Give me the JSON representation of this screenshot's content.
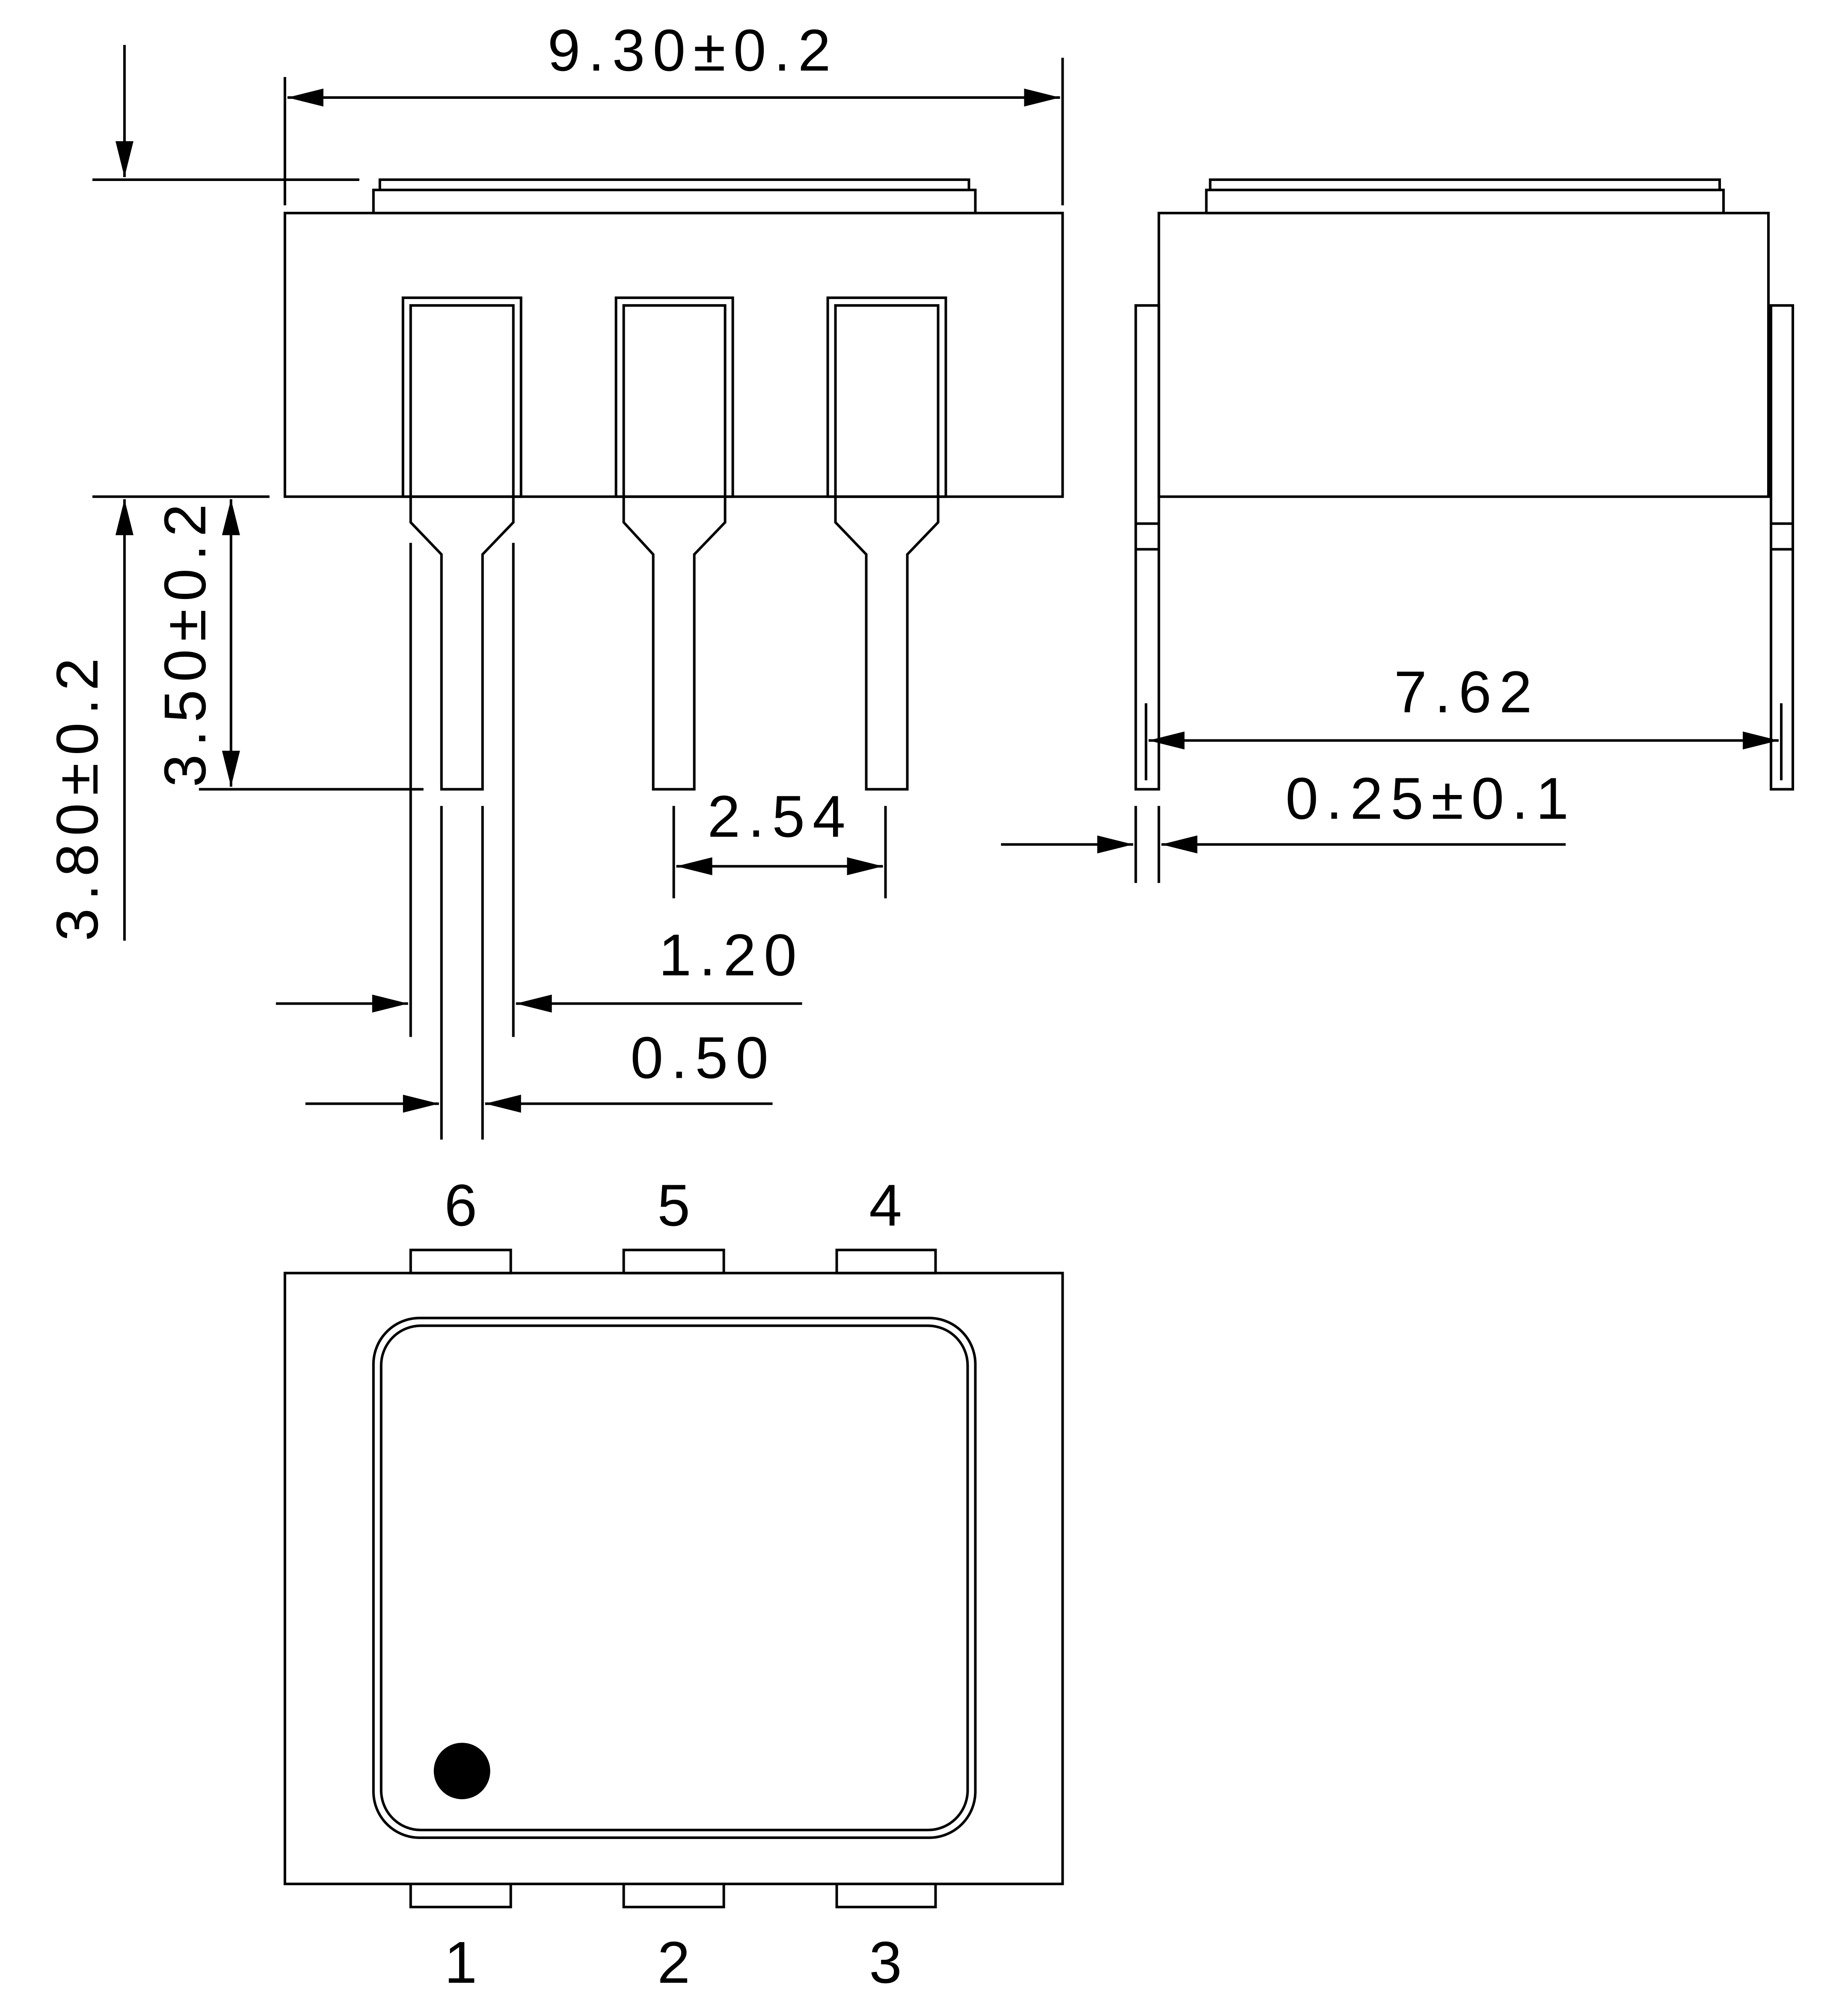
{
  "dimensions": {
    "overall_length": "9.30±0.2",
    "lead_length_total": "3.80±0.2",
    "lead_length_narrow": "3.50±0.2",
    "pitch": "2.54",
    "lead_width_wide": "1.20",
    "lead_width_narrow": "0.50",
    "row_spacing": "7.62",
    "lead_thickness": "0.25±0.1"
  },
  "pins": {
    "top": [
      "6",
      "5",
      "4"
    ],
    "bottom": [
      "1",
      "2",
      "3"
    ]
  },
  "colors": {
    "line": "#000000",
    "background": "#ffffff"
  }
}
